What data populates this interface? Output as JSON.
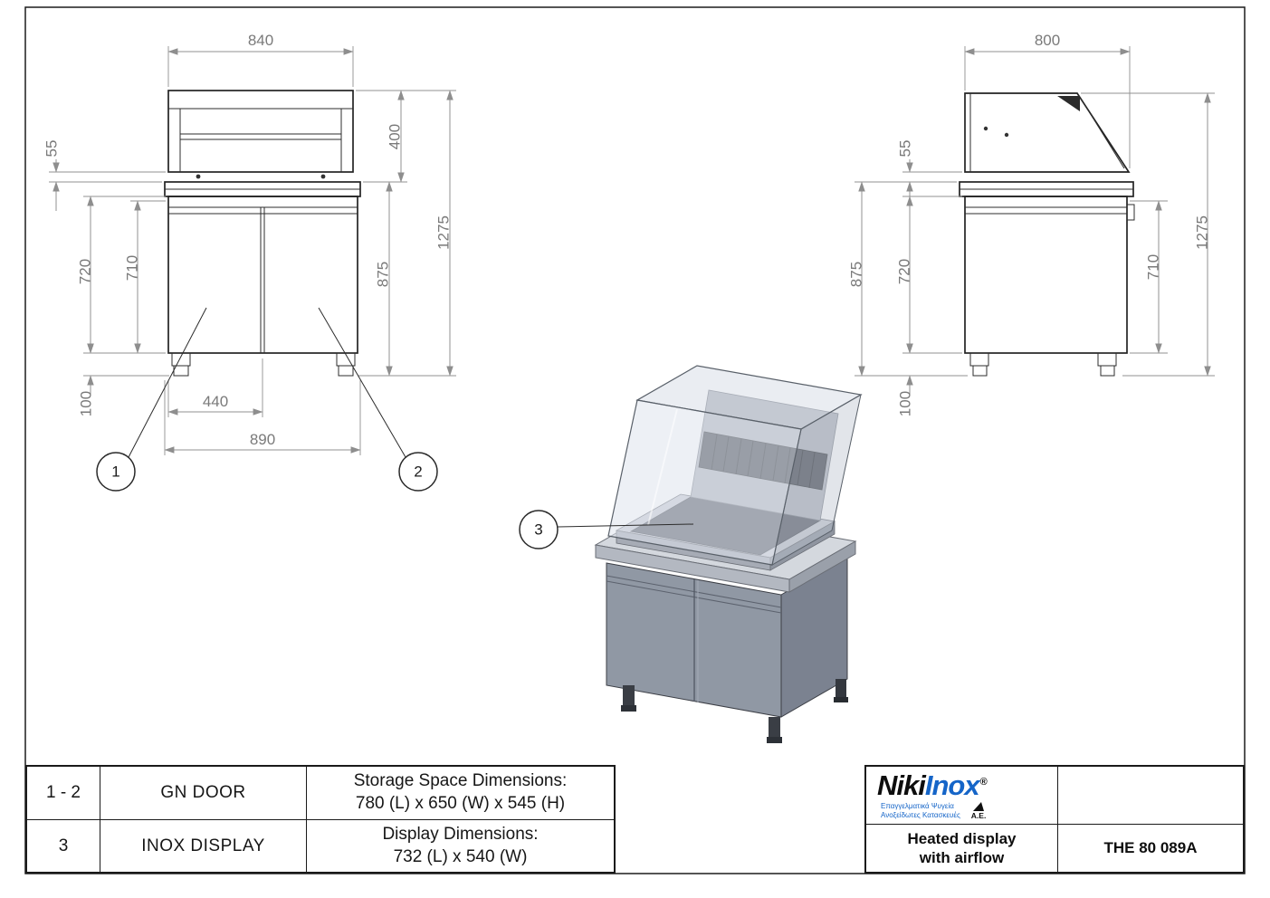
{
  "sheet": {
    "views": {
      "front": {
        "dims": {
          "top_width": "840",
          "display_height": "400",
          "counter_gap": "55",
          "body_height": "720",
          "door_height": "710",
          "base_height": "875",
          "total_height": "1275",
          "leg_height": "100",
          "door_width": "440",
          "total_width": "890"
        },
        "callouts": {
          "door_left": "1",
          "door_right": "2"
        }
      },
      "side": {
        "dims": {
          "top_depth": "800",
          "counter_gap": "55",
          "base_height": "875",
          "body_height": "720",
          "door_height": "710",
          "total_height": "1275",
          "leg_height": "100"
        }
      },
      "iso": {
        "callouts": {
          "display": "3"
        }
      }
    },
    "parts_table": {
      "rows": [
        {
          "id": "1 - 2",
          "name": "GN DOOR",
          "spec_title": "Storage Space Dimensions:",
          "spec_value": "780 (L) x 650 (W) x 545 (H)"
        },
        {
          "id": "3",
          "name": "INOX DISPLAY",
          "spec_title": "Display Dimensions:",
          "spec_value": "732 (L) x 540 (W)"
        }
      ]
    },
    "title_block": {
      "brand": {
        "name_black": "Niki",
        "name_blue": "Inox",
        "registered": "®",
        "tagline_line1": "Επαγγελματικά Ψυγεία",
        "tagline_line2": "Ανοξείδωτες Κατασκευές",
        "company_suffix": "A.E."
      },
      "product_line1": "Heated display",
      "product_line2": "with airflow",
      "model_code": "THE 80 089A"
    }
  }
}
